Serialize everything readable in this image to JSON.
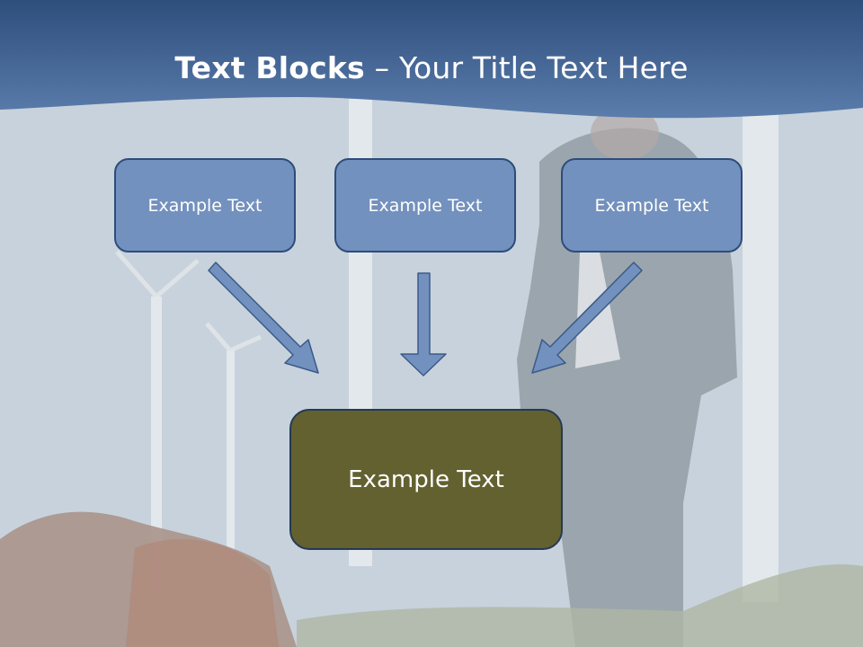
{
  "slide": {
    "title_bold": "Text Blocks",
    "title_dash": "–",
    "title_rest": "Your Title Text Here",
    "top_boxes": [
      {
        "label": "Example Text"
      },
      {
        "label": "Example Text"
      },
      {
        "label": "Example Text"
      }
    ],
    "bottom_box": {
      "label": "Example Text"
    }
  },
  "colors": {
    "header_blue": "#3d5f8d",
    "small_box_fill": "#7391be",
    "small_box_border": "#2e4c7a",
    "big_box_fill": "#636130",
    "arrow_fill": "#7391be"
  },
  "background": {
    "icon": "businessman-wind-turbines-photo"
  }
}
